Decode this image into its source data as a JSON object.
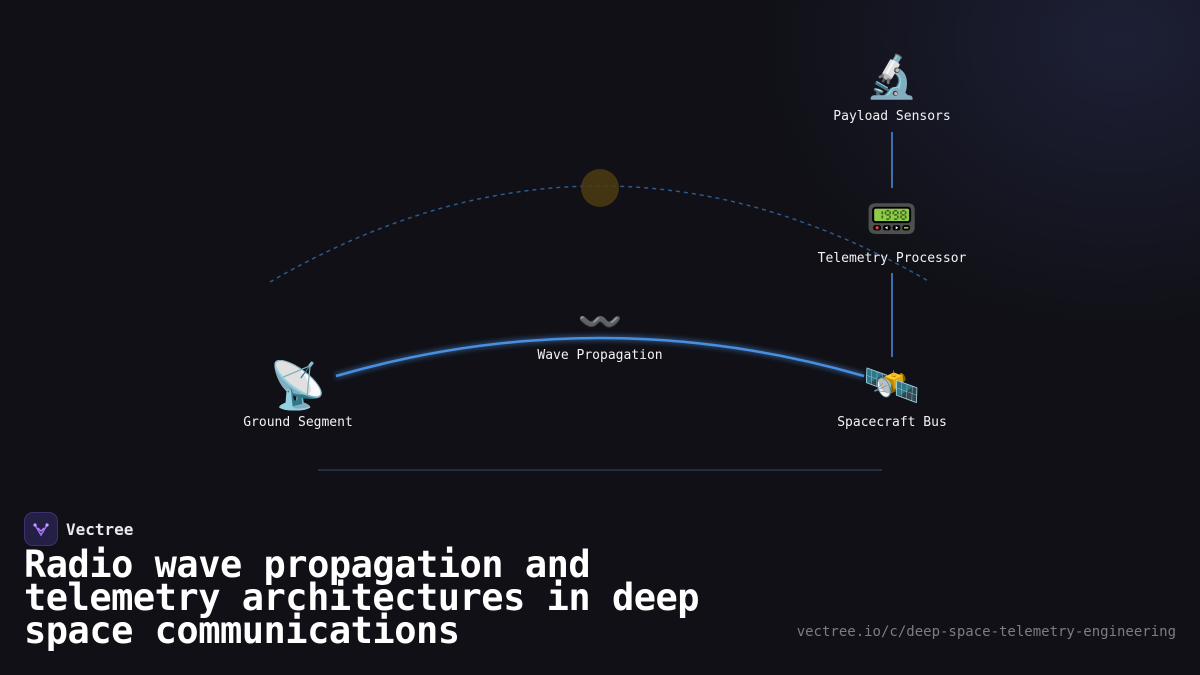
{
  "diagram": {
    "nodes": {
      "ground_segment": {
        "label": "Ground Segment",
        "icon": "satellite-dish-icon",
        "glyph": "📡"
      },
      "wave_propagation": {
        "label": "Wave Propagation",
        "icon": "wavy-dash-icon",
        "glyph": "〰️"
      },
      "spacecraft_bus": {
        "label": "Spacecraft Bus",
        "icon": "satellite-icon",
        "glyph": "🛰️"
      },
      "telemetry_processor": {
        "label": "Telemetry Processor",
        "icon": "pager-icon",
        "glyph": "📟"
      },
      "payload_sensors": {
        "label": "Payload Sensors",
        "icon": "microscope-icon",
        "glyph": "🔬"
      }
    },
    "colors": {
      "link": "#4a8fe0",
      "orbit": "#2c5a8c",
      "planet": "#4a3a12",
      "baseline": "#1e3a5a"
    }
  },
  "brand": {
    "name": "Vectree",
    "icon": "vectree-logo-icon"
  },
  "headline": "Radio wave propagation and telemetry architectures in deep space communications",
  "url": "vectree.io/c/deep-space-telemetry-engineering"
}
